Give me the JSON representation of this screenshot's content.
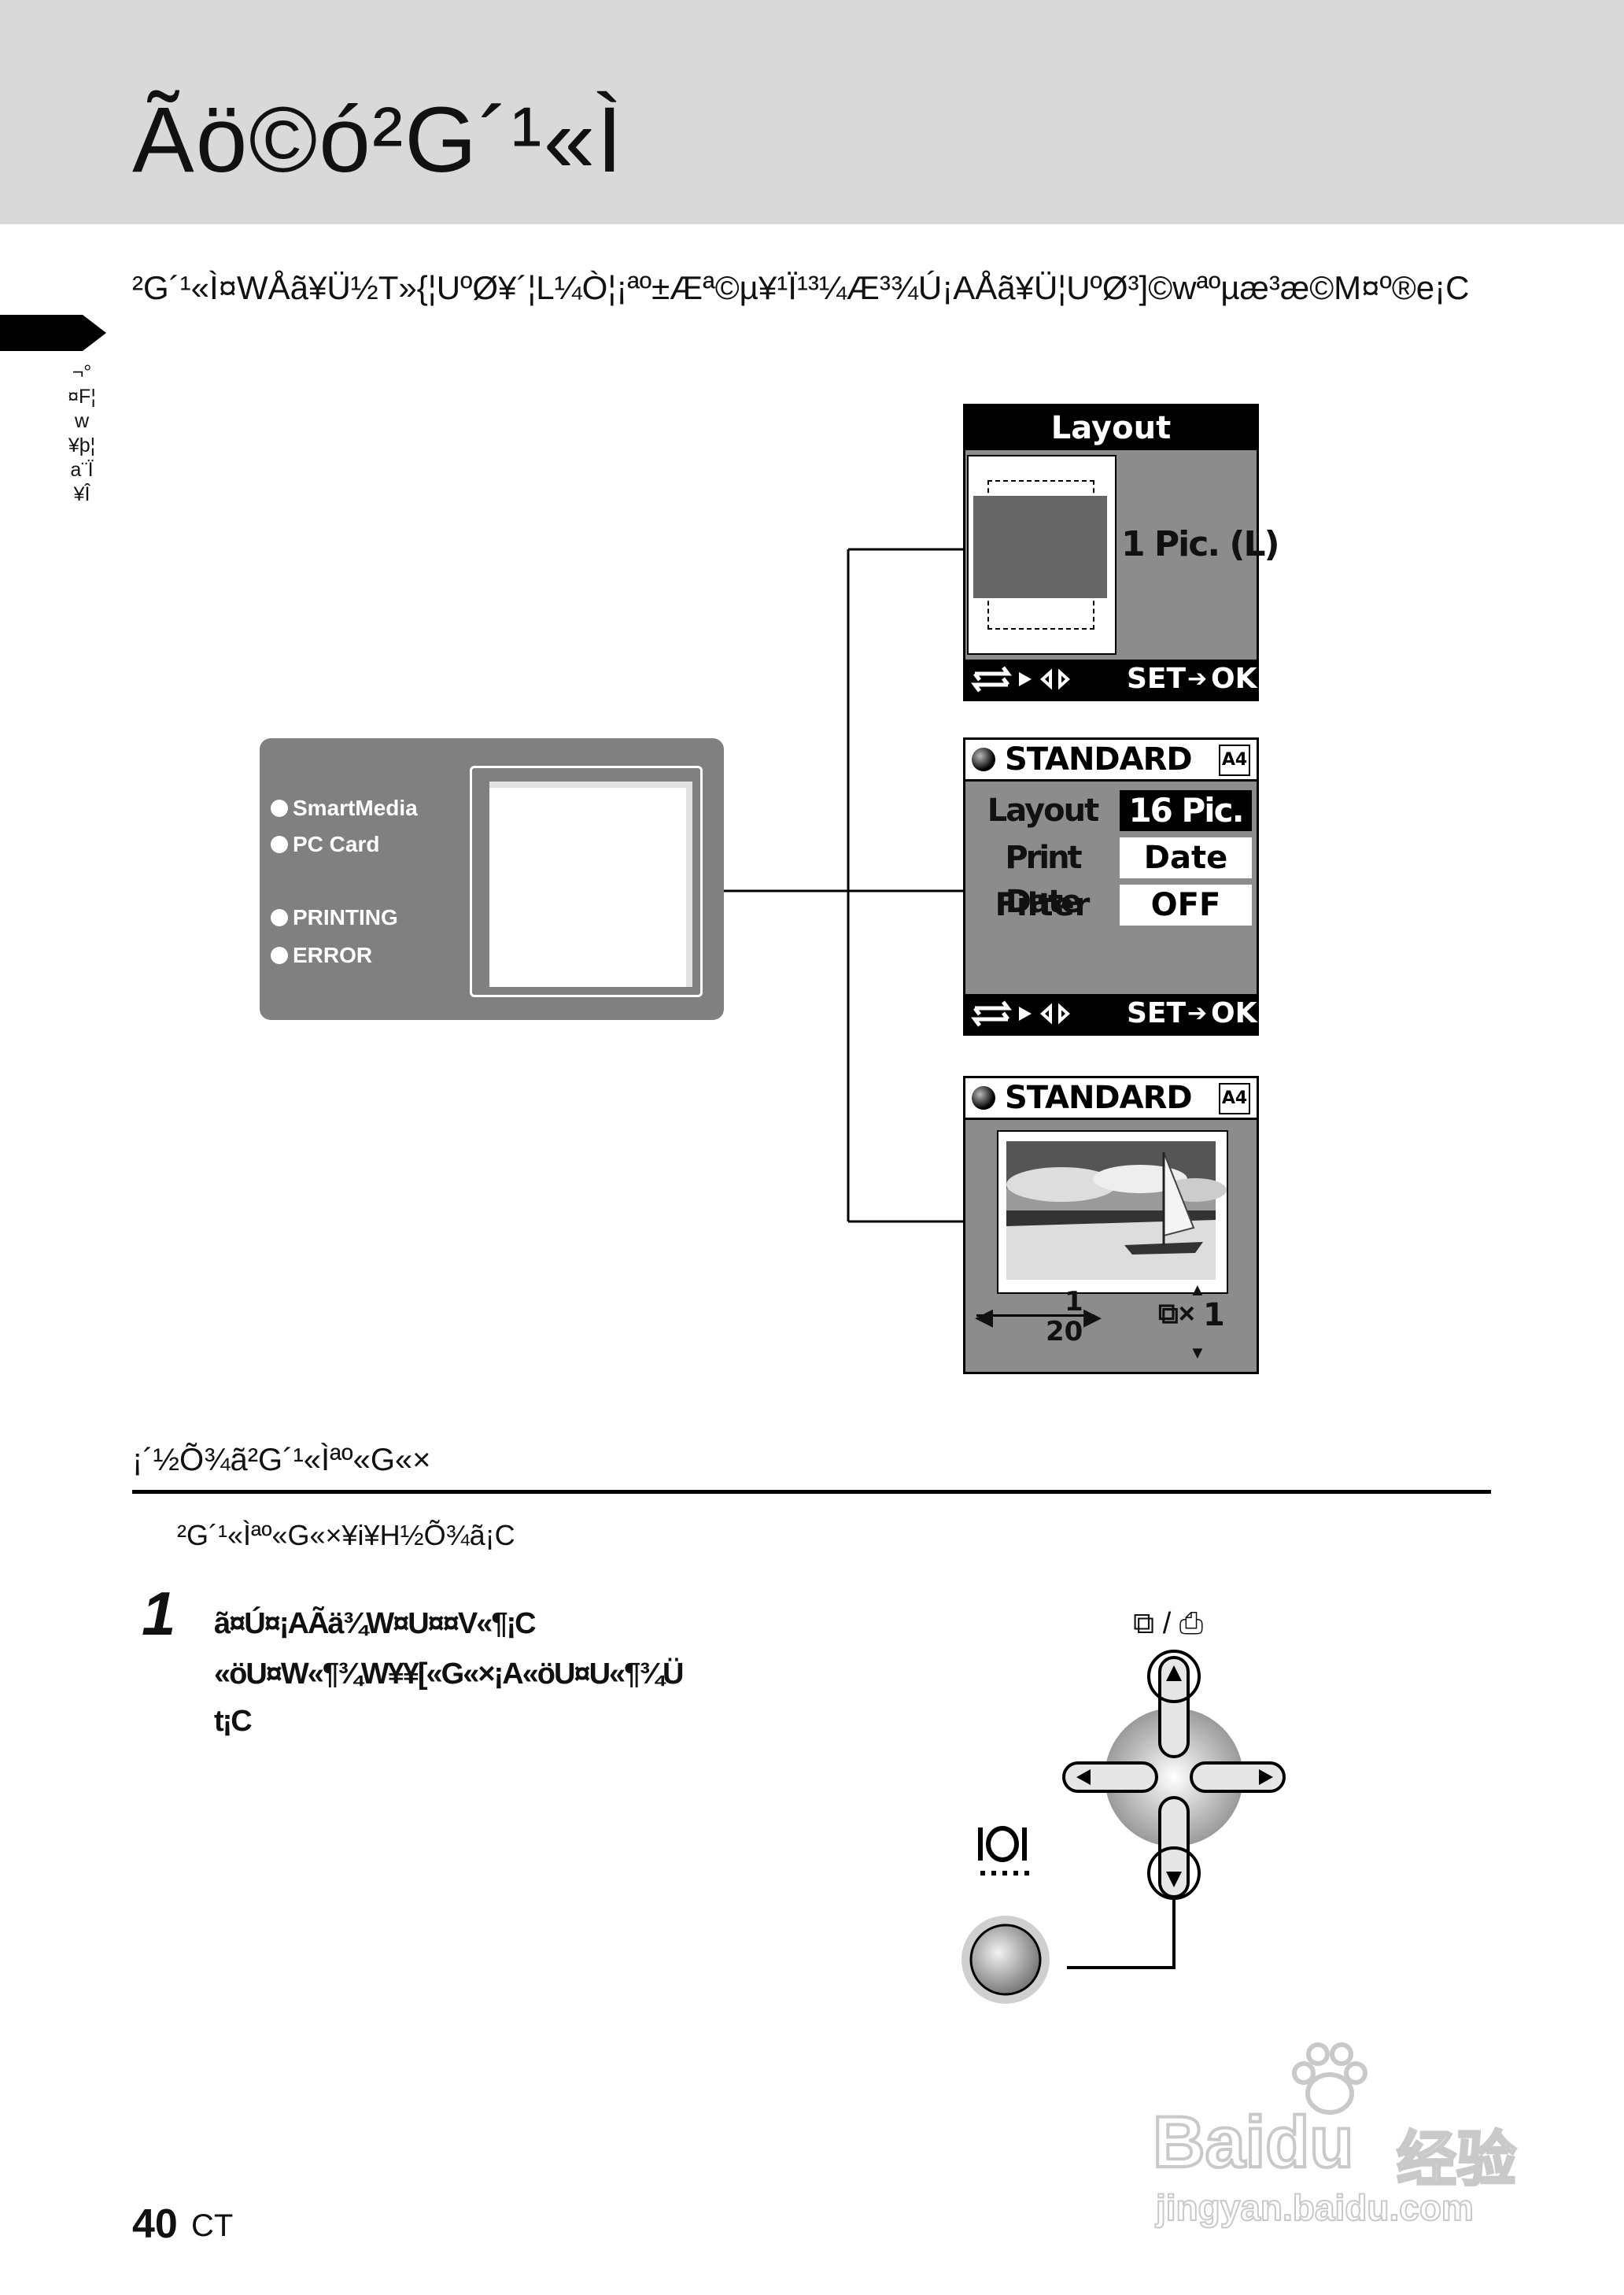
{
  "header": {
    "title": "Ãö©ó²G´¹«Ì"
  },
  "intro": {
    "text": "²G´¹«Ì¤WÅã¥Ü½T»{¦UºØ¥´¦L¼Ò¦¡ªº±Æª©µ¥¹Ï¹³¼Æ³¾Ú¡AÅã¥Ü¦UºØ³]©wªºµæ³æ©M¤º®e¡C"
  },
  "side_tab": {
    "label": "¬°¤F¦w¥þ¦a¨Ï¥Î"
  },
  "camera_panel": {
    "leds": [
      "SmartMedia",
      "PC Card",
      "PRINTING",
      "ERROR"
    ]
  },
  "screens": {
    "layout_screen": {
      "title": "Layout",
      "value": "1 Pic. (L)",
      "footer_right": "SET",
      "footer_ok": "OK"
    },
    "menu_screen": {
      "title": "STANDARD",
      "paper": "A4",
      "rows": [
        {
          "label": "Layout",
          "value": "16 Pic."
        },
        {
          "label": "Print Date",
          "value": "Date"
        },
        {
          "label": "Filter",
          "value": "OFF"
        }
      ],
      "footer_right": "SET",
      "footer_ok": "OK"
    },
    "preview_screen": {
      "title": "STANDARD",
      "paper": "A4",
      "index_current": "1",
      "index_total": "20",
      "copies": "1"
    }
  },
  "section": {
    "heading": "¡´½Õ¾ã²G´¹«Ìªº«G«×",
    "subtext": "²G´¹«Ìªº«G«×¥i¥H½Õ¾ã¡C"
  },
  "step1": {
    "number": "1",
    "lines": [
      "ã¤Ú¤¡AÃä¾W¤U¤¤V«¶¡C",
      "«öU¤W«¶¾W¥¥[«G«×¡A«öU¤U«¶¾Ü",
      "t¡C"
    ]
  },
  "controller": {
    "top_label": "⧉ / ⎙"
  },
  "footer": {
    "page_number": "40",
    "page_suffix": "CT"
  },
  "watermark": {
    "brand": "Baidu",
    "brand_cn": "经验",
    "url": "jingyan.baidu.com"
  }
}
